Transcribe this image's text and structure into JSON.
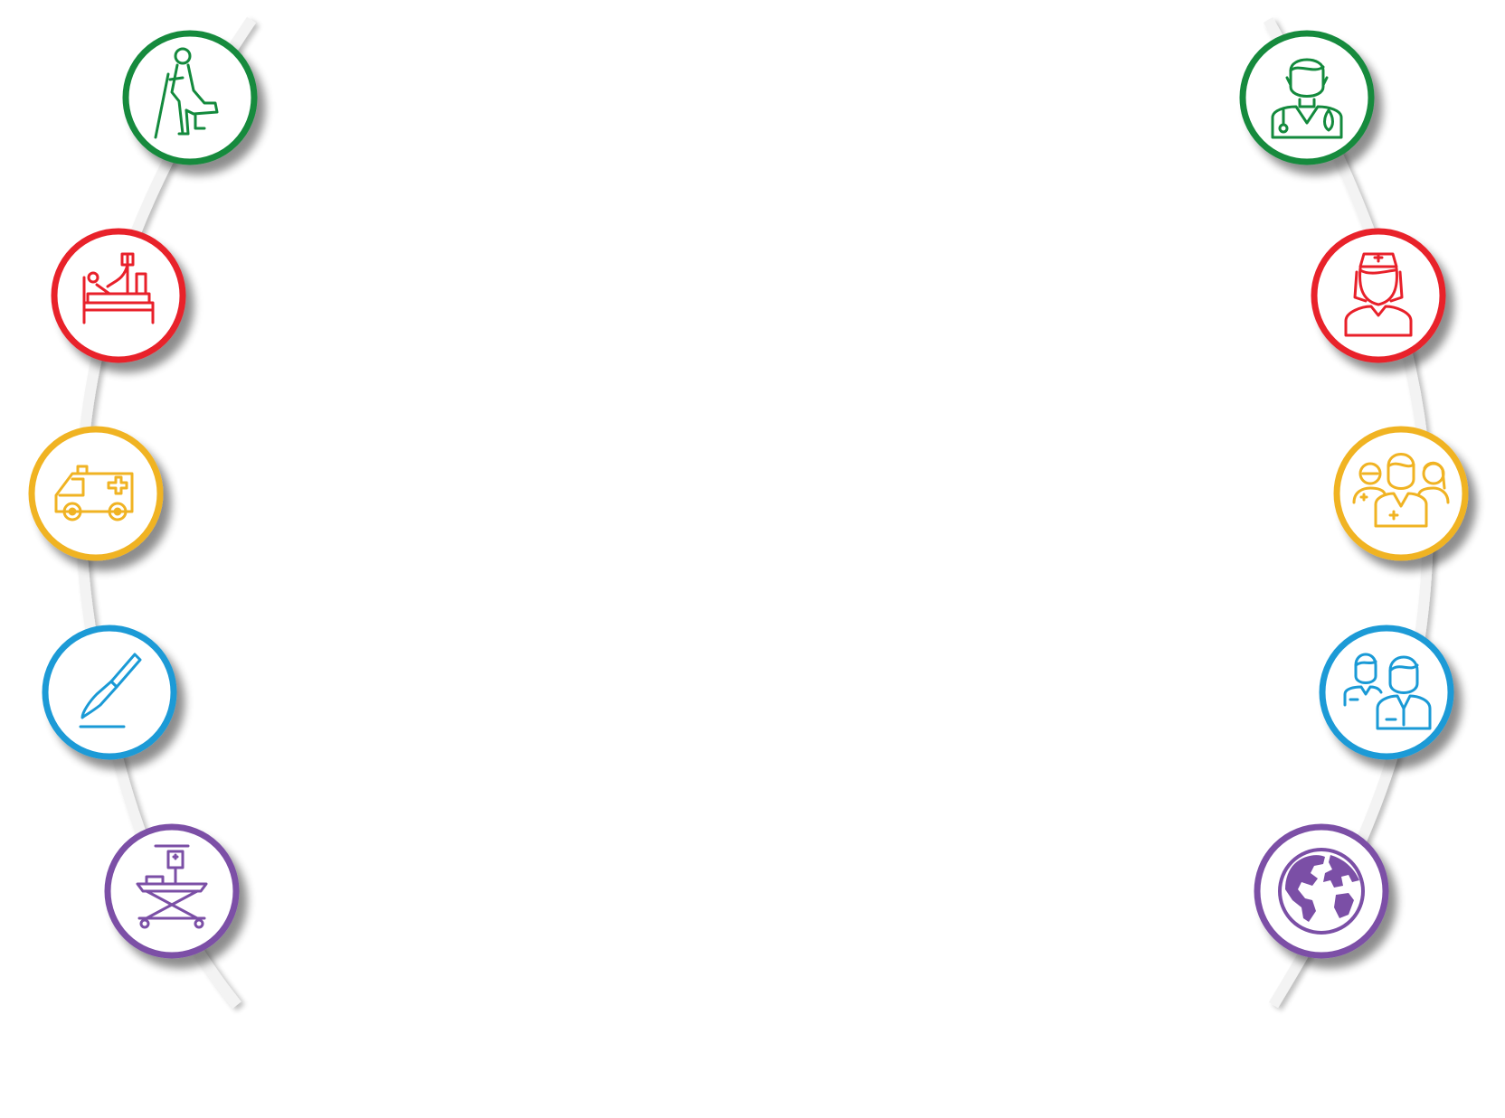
{
  "colors": {
    "green": "#138a3d",
    "red": "#e8202a",
    "yellow": "#f0b323",
    "blue": "#1a9ad6",
    "purple": "#7b4fa6",
    "ribbon": "#f3f3f3"
  },
  "left_column": [
    {
      "icon": "patient-with-crutch-icon",
      "color": "green"
    },
    {
      "icon": "hospital-bed-iv-icon",
      "color": "red"
    },
    {
      "icon": "ambulance-icon",
      "color": "yellow"
    },
    {
      "icon": "scalpel-icon",
      "color": "blue"
    },
    {
      "icon": "stretcher-icon",
      "color": "purple"
    }
  ],
  "right_column": [
    {
      "icon": "doctor-stethoscope-icon",
      "color": "green"
    },
    {
      "icon": "nurse-icon",
      "color": "red"
    },
    {
      "icon": "medical-team-icon",
      "color": "yellow"
    },
    {
      "icon": "medical-staff-pair-icon",
      "color": "blue"
    },
    {
      "icon": "globe-icon",
      "color": "purple"
    }
  ]
}
